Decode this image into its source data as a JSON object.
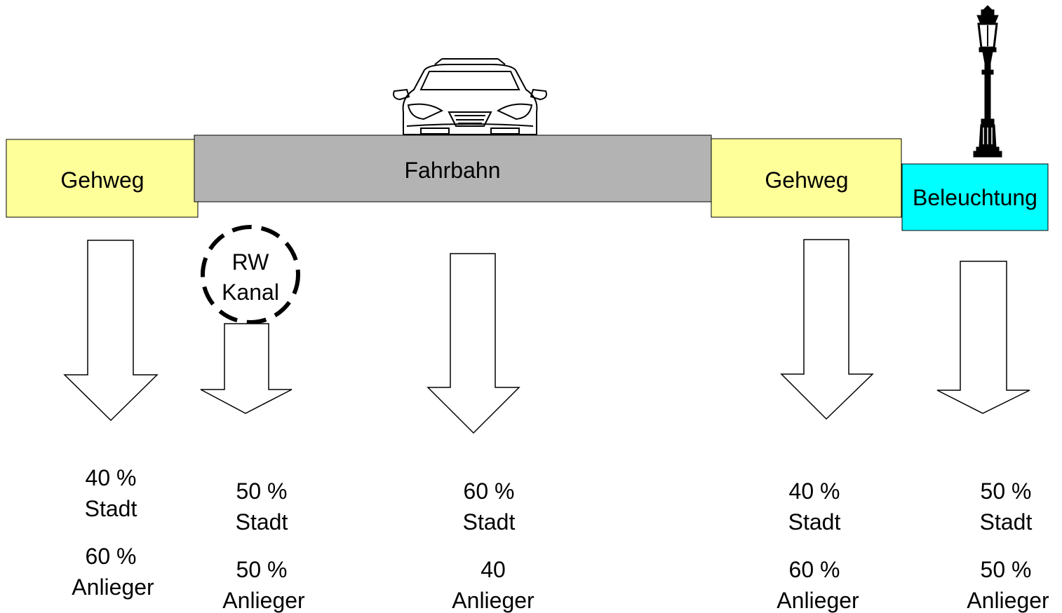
{
  "segments": {
    "gehweg_left": {
      "label": "Gehweg",
      "color": "#ffff99"
    },
    "fahrbahn": {
      "label": "Fahrbahn",
      "color": "#b3b3b3"
    },
    "gehweg_right": {
      "label": "Gehweg",
      "color": "#ffff99"
    },
    "beleuchtung": {
      "label": "Beleuchtung",
      "color": "#00ffff"
    }
  },
  "rw_kanal": {
    "line1": "RW",
    "line2": "Kanal"
  },
  "shares": [
    {
      "stadt_pct": "40 %",
      "stadt": "Stadt",
      "anlieger_pct": "60 %",
      "anlieger": "Anlieger"
    },
    {
      "stadt_pct": "50 %",
      "stadt": "Stadt",
      "anlieger_pct": "50 %",
      "anlieger": "Anlieger"
    },
    {
      "stadt_pct": "60 %",
      "stadt": "Stadt",
      "anlieger_pct": "40",
      "anlieger": "Anlieger"
    },
    {
      "stadt_pct": "40 %",
      "stadt": "Stadt",
      "anlieger_pct": "60 %",
      "anlieger": "Anlieger"
    },
    {
      "stadt_pct": "50 %",
      "stadt": "Stadt",
      "anlieger_pct": "50 %",
      "anlieger": "Anlieger"
    }
  ],
  "icons": {
    "car": "car-front-icon",
    "lamp": "street-lamp-icon"
  }
}
